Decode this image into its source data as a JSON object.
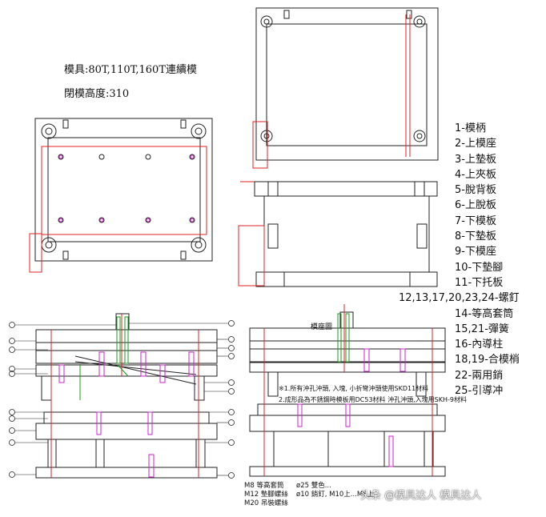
{
  "header": {
    "line1": "模具:80T,110T,160T連續模",
    "line2": "閉模高度:310"
  },
  "legend": [
    "1-模柄",
    "2-上模座",
    "3-上墊板",
    "4-上夾板",
    "5-脫背板",
    "6-上脫板",
    "7-下模板",
    "8-下墊板",
    "9-下模座",
    "10-下墊腳",
    "11-下托板",
    "12,13,17,20,23,24-螺釘",
    "14-等高套筒",
    "15,21-彈簧",
    "16-內導柱",
    "18,19-合模梢",
    "22-兩用銷",
    "25-引導冲"
  ],
  "section_label": "模座圖",
  "notes": [
    "※1.所有沖孔沖頭, 入塊, 小折彎沖頭使用SKD11材料",
    "2.成形品為不銹鋼時模板用DC53材料 沖孔沖頭,入塊用SKH-9材料"
  ],
  "bottom_notes": {
    "col1": [
      "M8 等高套筒",
      "M12 墊腳螺絲",
      "M20 吊裝螺絲"
    ],
    "col2": [
      "ø25 雙色...",
      "ø10 銷釘, M10上...M8上..."
    ]
  },
  "watermark": "头条 @模具达人 模具达人",
  "colors": {
    "line": "#222222",
    "red": "#e02020",
    "green": "#1a9a1a",
    "magenta": "#d020d0"
  }
}
